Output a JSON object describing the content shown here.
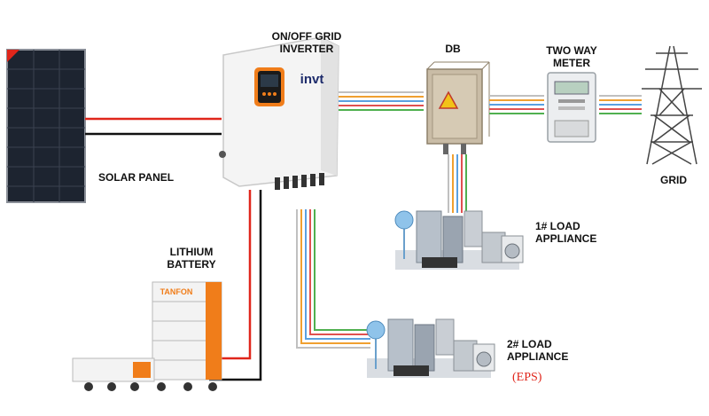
{
  "labels": {
    "inverter": "ON/OFF GRID\nINVERTER",
    "db": "DB",
    "meter": "TWO WAY\nMETER",
    "grid": "GRID",
    "solar": "SOLAR PANEL",
    "battery": "LITHIUM\nBATTERY",
    "load1": "1# LOAD\nAPPLIANCE",
    "load2": "2# LOAD\nAPPLIANCE",
    "eps": "(EPS)"
  },
  "branding": {
    "inverter_logo": "invt",
    "battery_brand": "TANFON"
  },
  "colors": {
    "red_wire": "#e0261b",
    "black_wire": "#111111",
    "ac_bundle": [
      "#f0a030",
      "#5aa0e0",
      "#e05050",
      "#50b050",
      "#c0c0c0"
    ],
    "inverter_accent": "#f07d1a",
    "battery_accent": "#f07d1a"
  }
}
